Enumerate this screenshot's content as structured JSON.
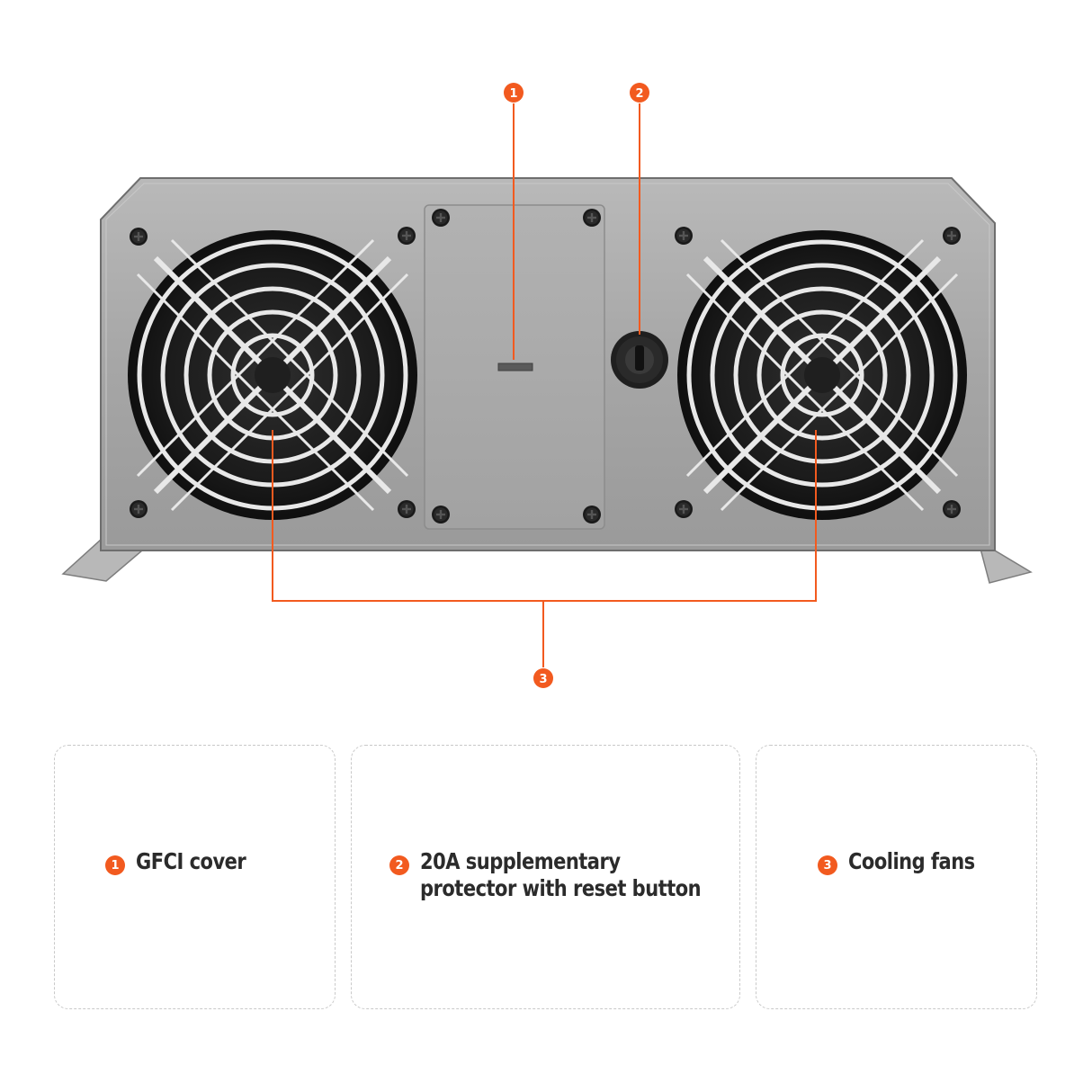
{
  "callouts": [
    {
      "number": "1",
      "label": "GFCI cover"
    },
    {
      "number": "2",
      "label_line1": "20A supplementary",
      "label_line2": "protector with reset button"
    },
    {
      "number": "3",
      "label": "Cooling fans"
    }
  ],
  "colors": {
    "accent": "#f25a1f",
    "housing": "#a9a9a9",
    "fan": "#1b1b1b",
    "text": "#2b2b2b",
    "card_border": "#c9c9c9"
  },
  "icons": [
    "fan-grille-icon",
    "screw-icon",
    "reset-button-icon",
    "number-badge-icon"
  ]
}
